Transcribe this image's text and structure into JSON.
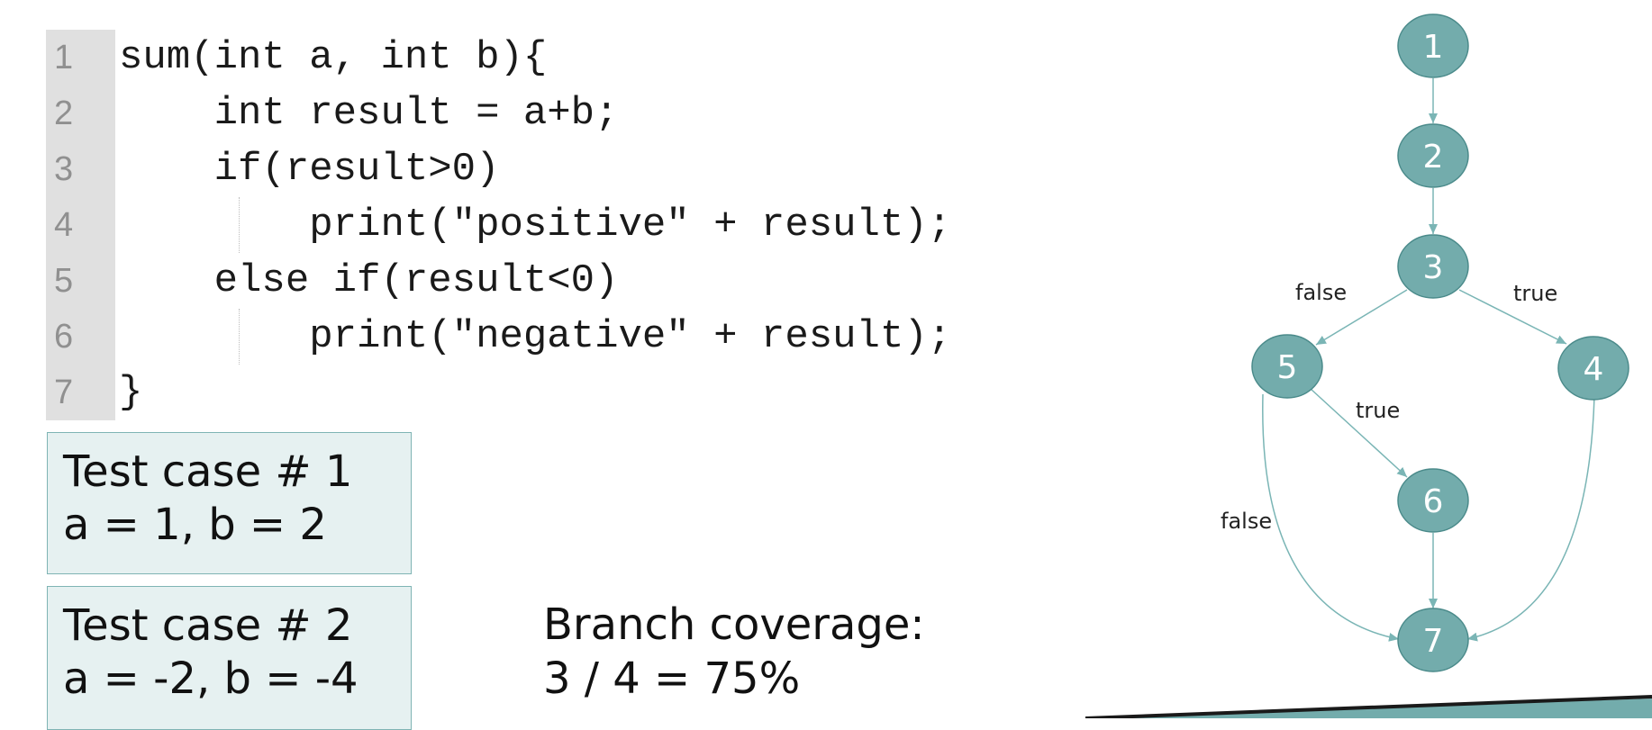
{
  "code": {
    "lines": [
      {
        "num": "1",
        "text": "sum(int a, int b){"
      },
      {
        "num": "2",
        "text": "    int result = a+b;"
      },
      {
        "num": "3",
        "text": "    if(result>0)"
      },
      {
        "num": "4",
        "text": "        print(\"positive\" + result);"
      },
      {
        "num": "5",
        "text": "    else if(result<0)"
      },
      {
        "num": "6",
        "text": "        print(\"negative\" + result);"
      },
      {
        "num": "7",
        "text": "}"
      }
    ]
  },
  "test_cases": [
    {
      "title": "Test case # 1",
      "values": "a = 1, b = 2"
    },
    {
      "title": "Test case # 2",
      "values": "a = -2, b = -4"
    }
  ],
  "coverage": {
    "label": "Branch coverage:",
    "value": "3 / 4 = 75%"
  },
  "flow_graph": {
    "nodes": [
      "1",
      "2",
      "3",
      "4",
      "5",
      "6",
      "7"
    ],
    "edges": [
      {
        "from": "1",
        "to": "2",
        "label": ""
      },
      {
        "from": "2",
        "to": "3",
        "label": ""
      },
      {
        "from": "3",
        "to": "5",
        "label": "false"
      },
      {
        "from": "3",
        "to": "4",
        "label": "true"
      },
      {
        "from": "5",
        "to": "6",
        "label": "true"
      },
      {
        "from": "5",
        "to": "7",
        "label": "false"
      },
      {
        "from": "6",
        "to": "7",
        "label": ""
      },
      {
        "from": "4",
        "to": "7",
        "label": ""
      }
    ]
  },
  "colors": {
    "node_fill": "#73acac",
    "edge": "#7ab5b5",
    "test_box_fill": "#e6f1f1",
    "accent_bar": "#73acac"
  }
}
